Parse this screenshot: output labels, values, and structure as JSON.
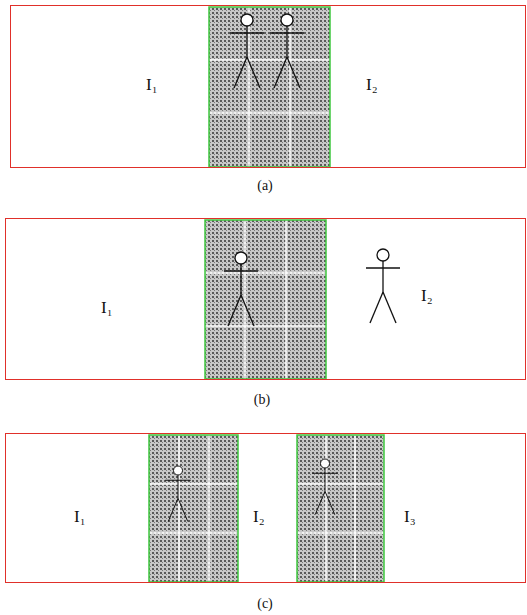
{
  "diagram": {
    "nodes": [
      {
        "text": [
          "I₁",
          "I₂"
        ]
      },
      {
        "text": [
          "I₁",
          "I₂"
        ]
      },
      {
        "text": [
          "I₁",
          "I₂",
          "I₃"
        ]
      }
    ],
    "labels": [
      "(a)",
      "(b)",
      "(c)"
    ]
  }
}
